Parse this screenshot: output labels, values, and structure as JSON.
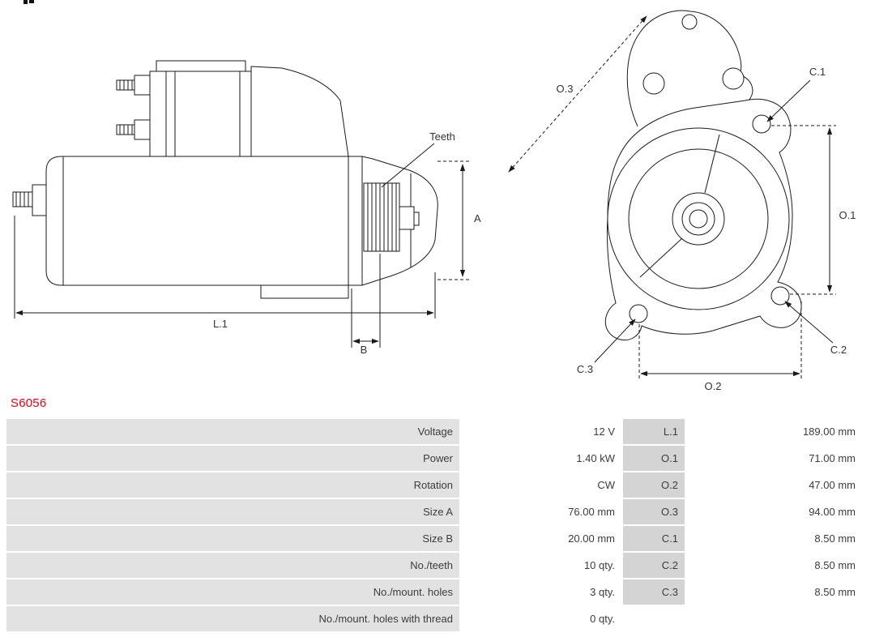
{
  "part_number": "S6056",
  "colors": {
    "part_number_red": "#e30613",
    "table_label_bg": "#e2e2e2",
    "table_dim_bg": "#d4d4d4",
    "table_text": "#3c3c3c",
    "line_color": "#1a1a1a"
  },
  "drawing": {
    "side_view": {
      "teeth_label": "Teeth",
      "dim_a": "A",
      "dim_b": "B",
      "dim_l1": "L.1"
    },
    "front_view": {
      "dim_o1": "O.1",
      "dim_o2": "O.2",
      "dim_o3": "O.3",
      "dim_c1": "C.1",
      "dim_c2": "C.2",
      "dim_c3": "C.3"
    }
  },
  "specs": {
    "rows": [
      {
        "label": "Voltage",
        "value": "12 V",
        "dim": "L.1",
        "dim_value": "189.00 mm"
      },
      {
        "label": "Power",
        "value": "1.40 kW",
        "dim": "O.1",
        "dim_value": "71.00 mm"
      },
      {
        "label": "Rotation",
        "value": "CW",
        "dim": "O.2",
        "dim_value": "47.00 mm"
      },
      {
        "label": "Size A",
        "value": "76.00 mm",
        "dim": "O.3",
        "dim_value": "94.00 mm"
      },
      {
        "label": "Size B",
        "value": "20.00 mm",
        "dim": "C.1",
        "dim_value": "8.50 mm"
      },
      {
        "label": "No./teeth",
        "value": "10 qty.",
        "dim": "C.2",
        "dim_value": "8.50 mm"
      },
      {
        "label": "No./mount. holes",
        "value": "3 qty.",
        "dim": "C.3",
        "dim_value": "8.50 mm"
      },
      {
        "label": "No./mount. holes with thread",
        "value": "0 qty.",
        "dim": "",
        "dim_value": ""
      }
    ]
  }
}
